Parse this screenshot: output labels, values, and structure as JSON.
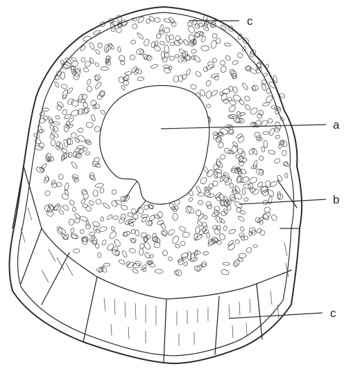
{
  "labels": {
    "c_top": "c",
    "a": "a",
    "b": "b",
    "c_bottom": "c"
  },
  "colors": {
    "ink": "#2a2a2a",
    "paper": "#ffffff"
  }
}
